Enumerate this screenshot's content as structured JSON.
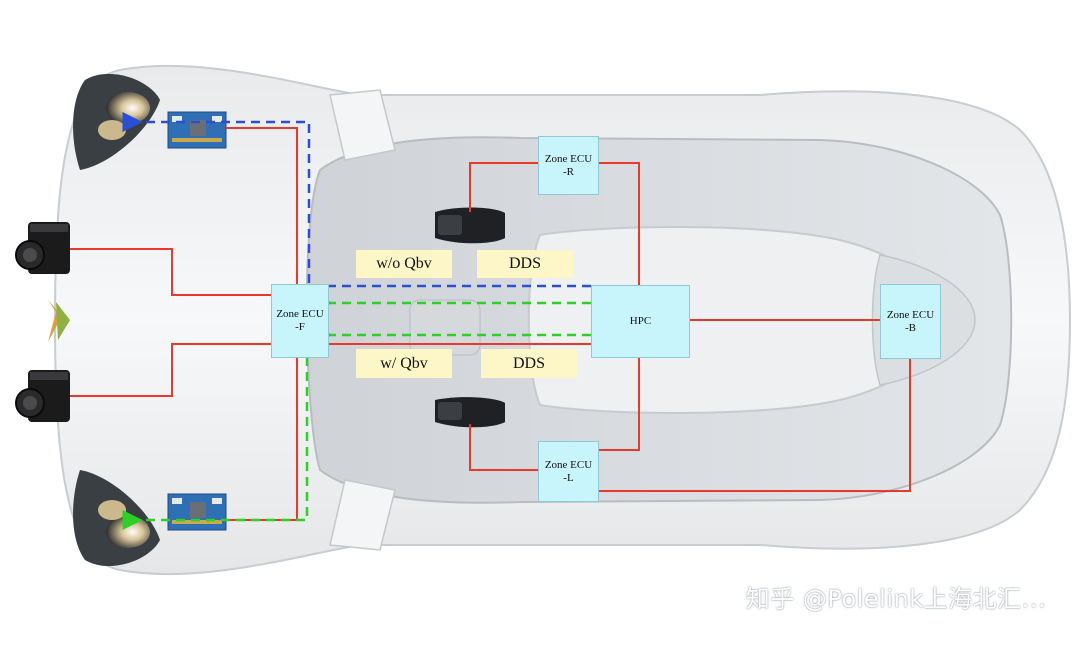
{
  "ecus": {
    "front": "Zone ECU\n-F",
    "right": "Zone ECU\n-R",
    "left": "Zone ECU\n-L",
    "back": "Zone ECU\n-B",
    "hpc": "HPC"
  },
  "labels": {
    "wo_qbv": "w/o Qbv",
    "w_qbv": "w/ Qbv",
    "dds_top": "DDS",
    "dds_bottom": "DDS"
  },
  "watermark": "知乎 @Polelink上海北汇...",
  "colors": {
    "wire": "#e8392a",
    "blue_path": "#2a4fd6",
    "green_path": "#2cd126",
    "ecu_fill": "#c8f4fb",
    "label_fill": "#fdf7c8"
  }
}
